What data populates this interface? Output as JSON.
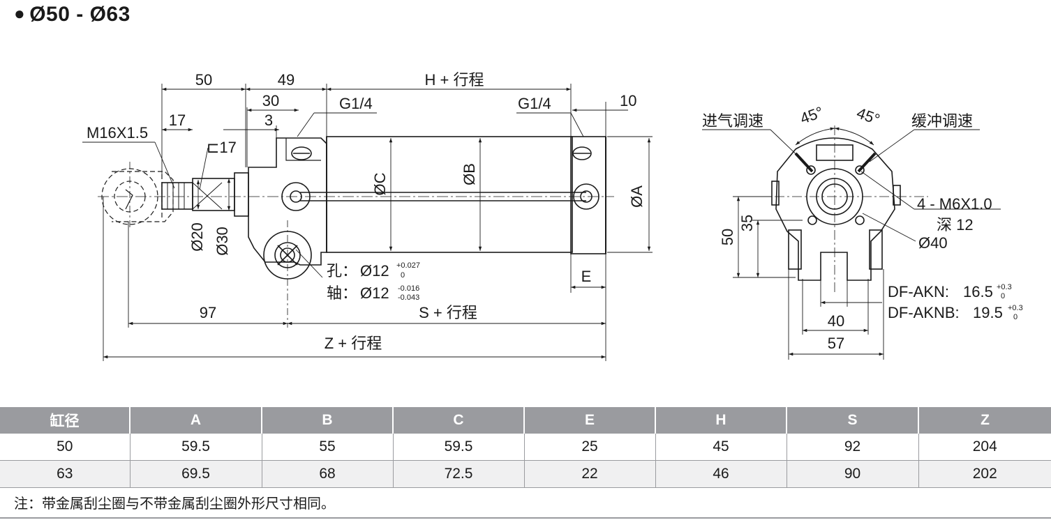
{
  "title": "Ø50 - Ø63",
  "drawing": {
    "side_view": {
      "dim_50": "50",
      "dim_49": "49",
      "dim_h": "H + 行程",
      "dim_30": "30",
      "dim_3": "3",
      "dim_17": "17",
      "thread": "M16X1.5",
      "wrench": "⊏17",
      "port_left": "G1/4",
      "port_right": "G1/4",
      "dim_10": "10",
      "phi_c": "ØC",
      "phi_b": "ØB",
      "phi_a": "ØA",
      "phi_20": "Ø20",
      "phi_30": "Ø30",
      "hole_label": "孔：",
      "hole_value": "Ø12",
      "hole_tol_upper": "+0.027",
      "hole_tol_lower": "0",
      "shaft_label": "轴：",
      "shaft_value": "Ø12",
      "shaft_tol_upper": "-0.016",
      "shaft_tol_lower": "-0.043",
      "dim_e": "E",
      "dim_97": "97",
      "dim_s": "S + 行程",
      "dim_z": "Z + 行程"
    },
    "end_view": {
      "inlet_adjust": "进气调速",
      "cushion_adjust": "缓冲调速",
      "angle_left": "45°",
      "angle_right": "45°",
      "thread": "4 - M6X1.0",
      "depth": "深 12",
      "phi_40": "Ø40",
      "dim_50": "50",
      "dim_35": "35",
      "akn_label": "DF-AKN:",
      "akn_value": "16.5",
      "akn_tol_upper": "+0.3",
      "akn_tol_lower": "0",
      "aknb_label": "DF-AKNB:",
      "aknb_value": "19.5",
      "aknb_tol_upper": "+0.3",
      "aknb_tol_lower": "0",
      "dim_40": "40",
      "dim_57": "57"
    }
  },
  "table": {
    "headers": [
      "缸径",
      "A",
      "B",
      "C",
      "E",
      "H",
      "S",
      "Z"
    ],
    "rows": [
      [
        "50",
        "59.5",
        "55",
        "59.5",
        "25",
        "45",
        "92",
        "204"
      ],
      [
        "63",
        "69.5",
        "68",
        "72.5",
        "22",
        "46",
        "90",
        "202"
      ]
    ]
  },
  "note": "注：带金属刮尘圈与不带金属刮尘圈外形尺寸相同。"
}
